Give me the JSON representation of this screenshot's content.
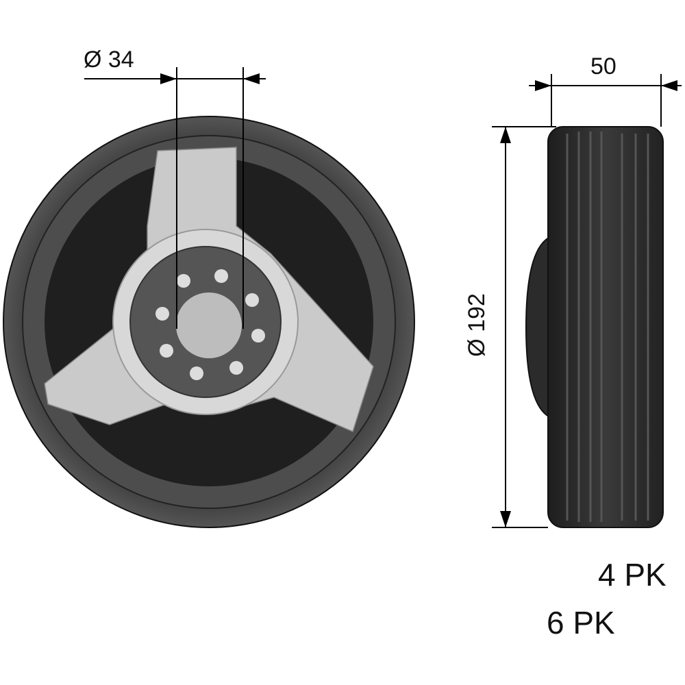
{
  "dimensions": {
    "bore_diameter": "Ø 34",
    "width": "50",
    "outer_diameter": "Ø 192"
  },
  "belt_profiles": [
    "4 PK",
    "6 PK"
  ],
  "colors": {
    "rubber": "#2a2a2a",
    "rim": "#4a4a4a",
    "spider": "#c9c9c9",
    "hub": "#5a5a5a"
  }
}
